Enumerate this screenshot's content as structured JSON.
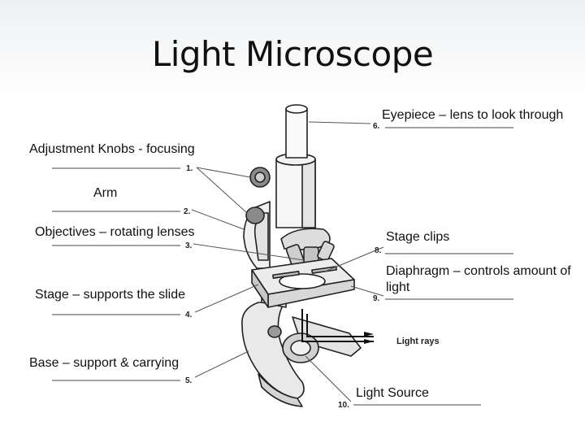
{
  "title": "Light Microscope",
  "labels": {
    "eyepiece": "Eyepiece – lens to look through",
    "knobs": "Adjustment Knobs - focusing",
    "arm": "Arm",
    "objectives": "Objectives – rotating lenses",
    "stage": "Stage – supports the slide",
    "base": "Base – support & carrying",
    "stage_clips": "Stage clips",
    "diaphragm": "Diaphragm – controls amount of light",
    "light_source": "Light Source"
  },
  "numbers": {
    "n1": "1.",
    "n2": "2.",
    "n3": "3.",
    "n4": "4.",
    "n5": "5.",
    "n6": "6.",
    "n8": "8.",
    "n9": "9.",
    "n10": "10."
  },
  "light_rays": "Light rays"
}
